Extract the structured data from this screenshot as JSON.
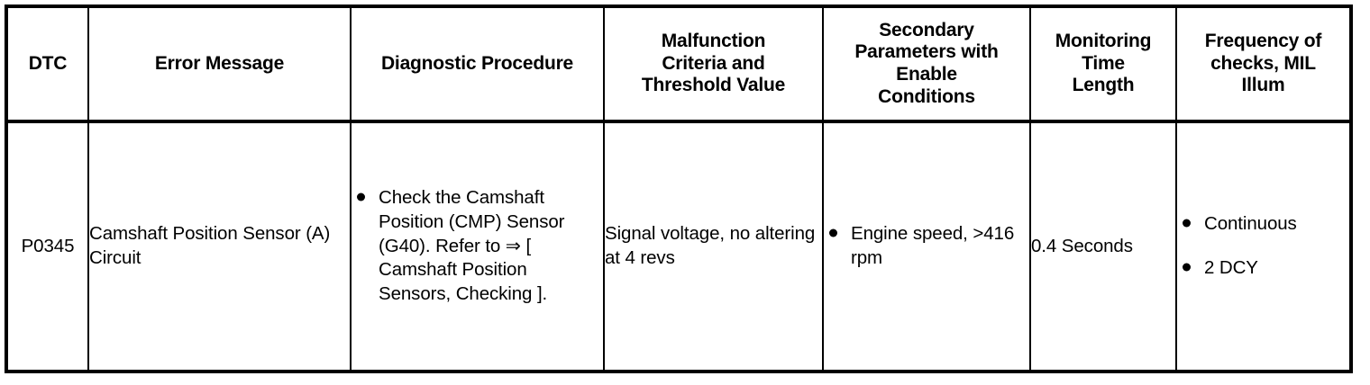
{
  "table": {
    "columns": [
      {
        "key": "dtc",
        "label": "DTC"
      },
      {
        "key": "message",
        "label": "Error Message"
      },
      {
        "key": "procedure",
        "label": "Diagnostic Procedure"
      },
      {
        "key": "criteria",
        "label": "Malfunction Criteria and Threshold Value"
      },
      {
        "key": "secondary",
        "label": "Secondary Parameters with Enable Conditions"
      },
      {
        "key": "monitoring",
        "label": "Monitoring Time Length"
      },
      {
        "key": "frequency",
        "label": "Frequency of checks, MIL Illum"
      }
    ],
    "header_lines": {
      "dtc": [
        "DTC"
      ],
      "message": [
        "Error Message"
      ],
      "procedure": [
        "Diagnostic Procedure"
      ],
      "criteria": [
        "Malfunction",
        "Criteria and",
        "Threshold Value"
      ],
      "secondary": [
        "Secondary",
        "Parameters with",
        "Enable",
        "Conditions"
      ],
      "monitoring": [
        "Monitoring",
        "Time",
        "Length"
      ],
      "frequency": [
        "Frequency of",
        "checks, MIL",
        "Illum"
      ]
    },
    "rows": [
      {
        "dtc": "P0345",
        "message": "Camshaft Position Sensor (A) Circuit",
        "procedure_items": [
          "Check the Camshaft Position (CMP) Sensor (G40). Refer to ⇒ [ Camshaft Position Sensors, Checking ]."
        ],
        "criteria": "Signal voltage, no altering at 4 revs",
        "secondary_items": [
          "Engine speed, >416 rpm"
        ],
        "monitoring": "0.4 Seconds",
        "frequency_items": [
          "Continuous",
          "2 DCY"
        ]
      }
    ]
  },
  "style": {
    "border_color": "#000000",
    "text_color": "#000000",
    "background": "#ffffff",
    "bullet_glyph": "●",
    "arrow_glyph": "⇒"
  }
}
